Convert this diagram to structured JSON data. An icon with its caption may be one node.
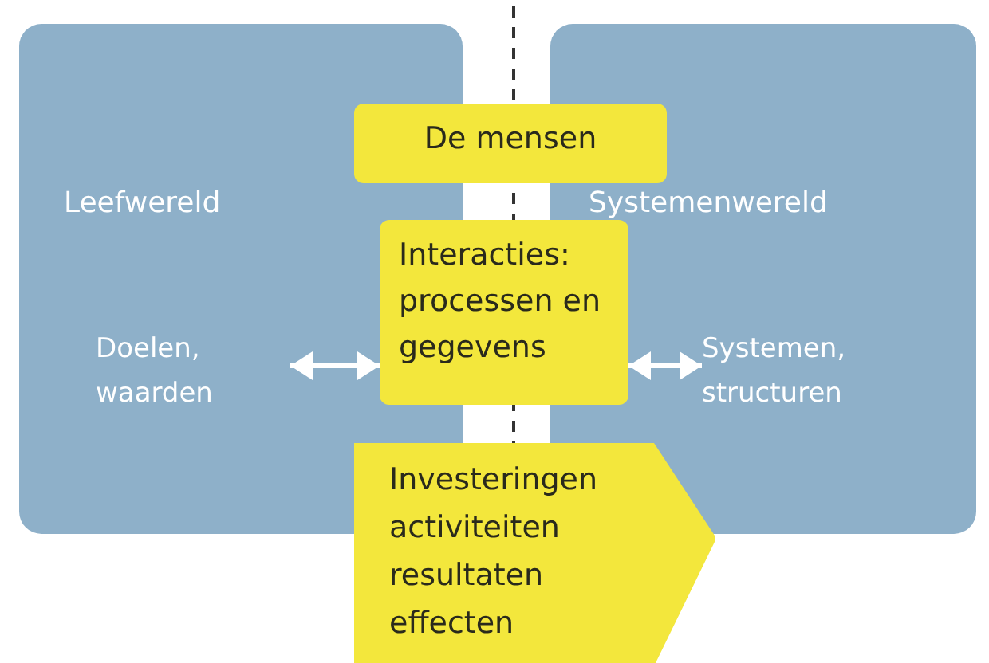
{
  "diagram": {
    "nodes": [
      {
        "text": [
          "Leefwereld"
        ]
      },
      {
        "text": [
          "Doelen, waarden"
        ],
        "in": 0
      },
      {
        "text": [
          "Systemenwereld"
        ]
      },
      {
        "text": [
          "Systemen, structuren"
        ],
        "in": 2
      },
      {
        "text": [
          "De mensen"
        ]
      },
      {
        "text": [
          "Interacties: processen en gegevens"
        ]
      },
      {
        "text": [
          "Investeringen activiteiten resultaten effecten"
        ]
      }
    ],
    "edges": [
      {
        "from": 1,
        "to": 5,
        "arrow": "both"
      },
      {
        "from": 5,
        "to": 3,
        "arrow": "both"
      }
    ]
  }
}
